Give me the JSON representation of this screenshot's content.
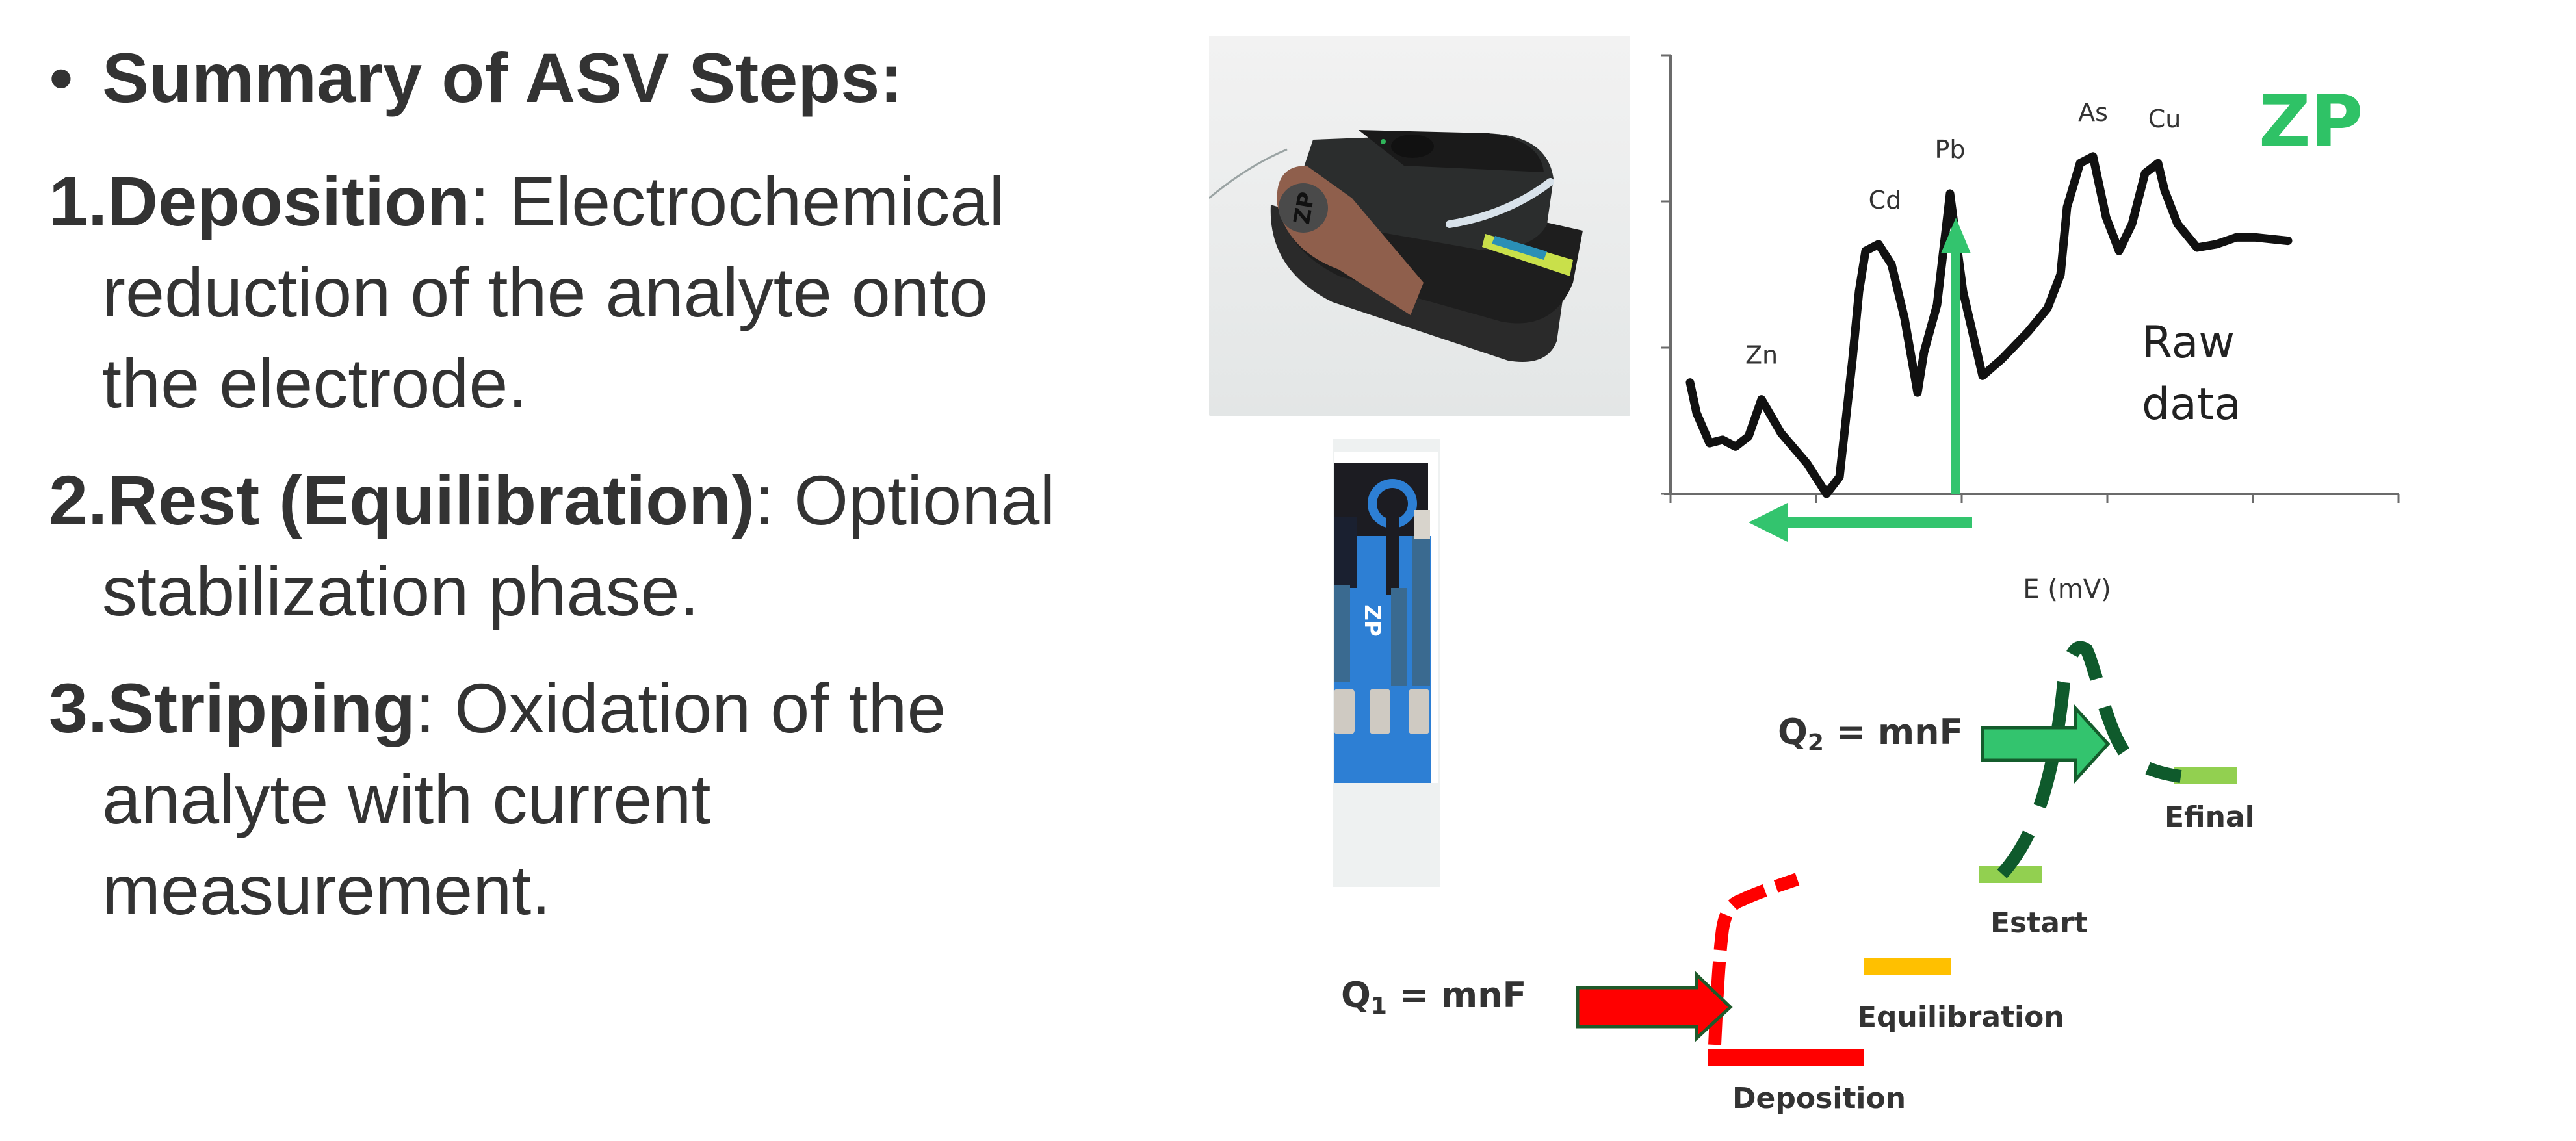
{
  "slide": {
    "title": "Summary of ASV Steps:",
    "bullet_glyph": "•",
    "steps": [
      {
        "number": "1.",
        "term": "Deposition",
        "colon": ":",
        "desc_line1": " Electrochemical",
        "desc_line2": "reduction of the analyte onto",
        "desc_line3": "the electrode."
      },
      {
        "number": "2.",
        "term": "Rest (Equilibration)",
        "colon": ":",
        "desc_line1": " Optional",
        "desc_line2": "stabilization phase."
      },
      {
        "number": "3.",
        "term": "Stripping",
        "colon": ":",
        "desc_line1": " Oxidation of the",
        "desc_line2": "analyte with current",
        "desc_line3": "measurement."
      }
    ]
  },
  "images": {
    "device_photo": {
      "description": "Portable potentiostat device with inserted sensor strip",
      "logo": "ZP"
    },
    "sensor_strip": {
      "description": "Blue screen-printed electrode sensor strip",
      "logo": "ZP"
    }
  },
  "chart_data": {
    "type": "line",
    "title": "",
    "xlabel": "E (mV)",
    "ylabel": "",
    "annotation": "Raw data",
    "logo": "ZP",
    "peaks": [
      {
        "label": "Zn",
        "x": 0.11,
        "y": 0.28
      },
      {
        "label": "Cd",
        "x": 0.3,
        "y": 0.74
      },
      {
        "label": "Pb",
        "x": 0.4,
        "y": 0.89
      },
      {
        "label": "As",
        "x": 0.62,
        "y": 1.0
      },
      {
        "label": "Cu",
        "x": 0.73,
        "y": 0.98
      }
    ],
    "series": [
      {
        "name": "Raw data",
        "x": [
          0.0,
          0.01,
          0.03,
          0.05,
          0.07,
          0.09,
          0.11,
          0.14,
          0.18,
          0.21,
          0.23,
          0.25,
          0.26,
          0.27,
          0.29,
          0.31,
          0.33,
          0.35,
          0.36,
          0.38,
          0.4,
          0.42,
          0.45,
          0.48,
          0.52,
          0.55,
          0.57,
          0.58,
          0.6,
          0.62,
          0.64,
          0.66,
          0.68,
          0.7,
          0.72,
          0.73,
          0.75,
          0.78,
          0.81,
          0.84,
          0.87,
          0.92
        ],
        "y": [
          0.33,
          0.24,
          0.15,
          0.16,
          0.14,
          0.17,
          0.28,
          0.18,
          0.09,
          0.0,
          0.05,
          0.4,
          0.6,
          0.72,
          0.74,
          0.68,
          0.52,
          0.3,
          0.42,
          0.56,
          0.89,
          0.6,
          0.35,
          0.4,
          0.48,
          0.55,
          0.65,
          0.85,
          0.98,
          1.0,
          0.82,
          0.72,
          0.8,
          0.95,
          0.98,
          0.9,
          0.8,
          0.73,
          0.74,
          0.76,
          0.76,
          0.75
        ]
      }
    ],
    "xlim": [
      0,
      1
    ],
    "ylim": [
      0,
      1.3
    ],
    "x_ticks": 6,
    "y_ticks": 4,
    "grid": false,
    "arrows": [
      {
        "type": "vertical-up",
        "color": "#33c46e",
        "at_x": 0.4
      },
      {
        "type": "horizontal-left",
        "color": "#33c46e"
      }
    ]
  },
  "diagram": {
    "q1_label": "Q",
    "q1_sub": "1",
    "q1_rest": " = mnF",
    "q2_label": "Q",
    "q2_sub": "2",
    "q2_rest": " = mnF",
    "levels": [
      {
        "label": "Deposition",
        "color": "#ff0000"
      },
      {
        "label": "Equilibration",
        "color": "#ffc000"
      },
      {
        "label": "Estart",
        "color": "#92d050"
      },
      {
        "label": "Efinal",
        "color": "#92d050"
      }
    ],
    "colors": {
      "q1_arrow_fill": "#ff0000",
      "q1_arrow_stroke": "#1e5a2a",
      "q2_arrow_fill": "#33c46e",
      "q2_arrow_stroke": "#145c2c",
      "deposition_curve": "#ff0000",
      "stripping_curve": "#0f5a2c"
    }
  }
}
